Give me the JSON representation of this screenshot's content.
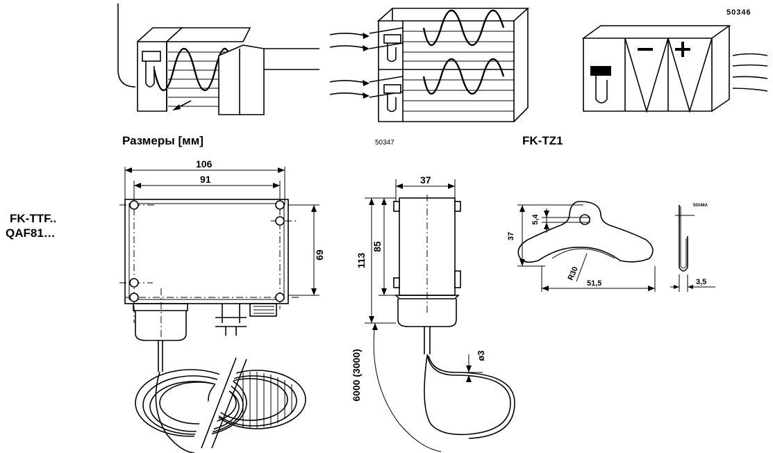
{
  "codes": {
    "top_right": "50346",
    "middle": "50347",
    "clip": "50348A"
  },
  "section_titles": {
    "dimensions": "Размеры [мм]",
    "tz1": "FK-TZ1"
  },
  "device_labels": {
    "line1": "FK-TTF..",
    "line2": "QAF81…"
  },
  "housing_front": {
    "width_total": "106",
    "width_holes": "91",
    "height": "69"
  },
  "housing_side": {
    "width": "37",
    "height_total": "113",
    "height_body": "85",
    "capillary_length": "6000 (3000)",
    "capillary_diameter": "ø3"
  },
  "clip": {
    "height": "37",
    "hole_offset": "5,4",
    "radius": "R30",
    "width": "51,5",
    "thickness": "3,5"
  }
}
